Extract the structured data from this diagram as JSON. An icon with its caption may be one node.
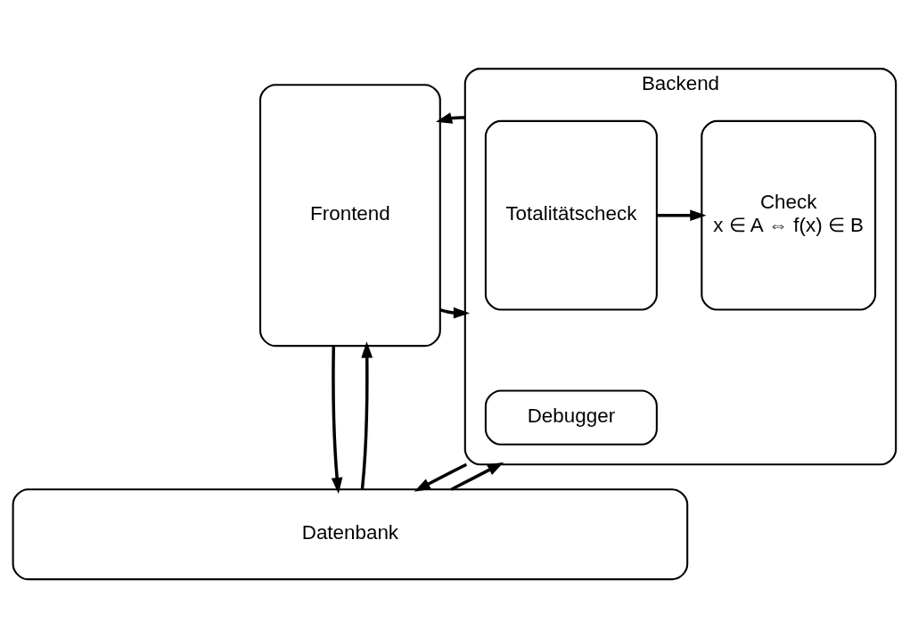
{
  "diagram": {
    "nodes": [
      {
        "text": [
          "Frontend"
        ]
      },
      {
        "text": [
          "Backend"
        ]
      },
      {
        "text": [
          "Totalitätscheck"
        ],
        "in": 1
      },
      {
        "text": [
          "Check",
          "x ∈ A ⇔ f(x) ∈ B"
        ],
        "in": 1
      },
      {
        "text": [
          "Debugger"
        ],
        "in": 1
      },
      {
        "text": [
          "Datenbank"
        ]
      }
    ],
    "edges": [
      {
        "from": 0,
        "to": 1,
        "arrow": "to"
      },
      {
        "from": 1,
        "to": 0,
        "arrow": "to"
      },
      {
        "from": 2,
        "to": 3,
        "arrow": "to"
      },
      {
        "from": 0,
        "to": 5,
        "arrow": "to"
      },
      {
        "from": 5,
        "to": 0,
        "arrow": "to"
      },
      {
        "from": 1,
        "to": 5,
        "arrow": "to"
      },
      {
        "from": 5,
        "to": 1,
        "arrow": "to"
      }
    ]
  }
}
